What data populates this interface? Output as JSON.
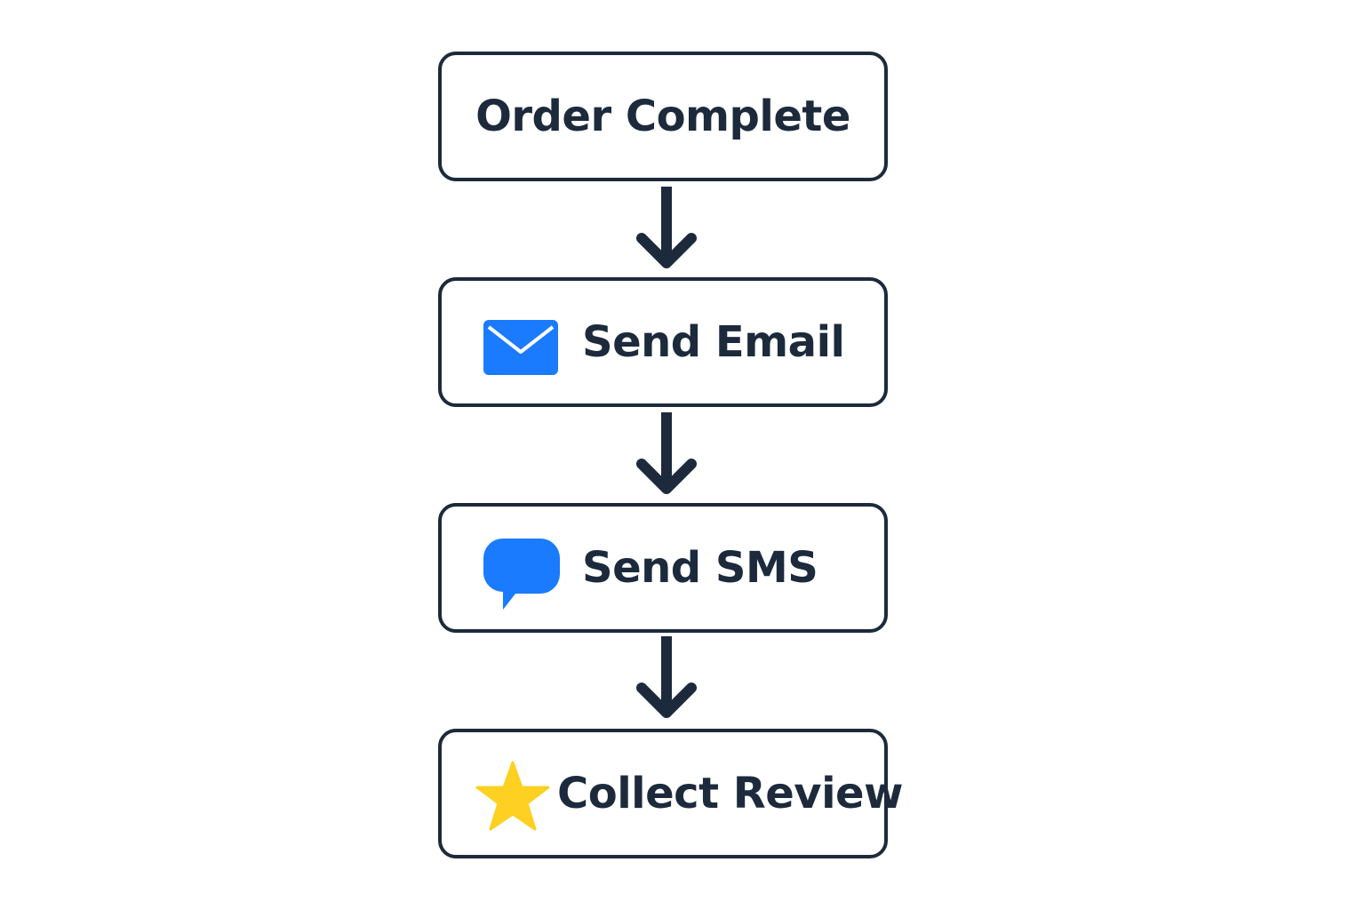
{
  "flow": {
    "steps": [
      {
        "label": "Order Complete",
        "icon": "none"
      },
      {
        "label": "Send Email",
        "icon": "email-icon"
      },
      {
        "label": "Send SMS",
        "icon": "chat-bubble-icon"
      },
      {
        "label": "Collect Review",
        "icon": "star-icon"
      }
    ]
  },
  "colors": {
    "outline": "#1c2a3c",
    "icon_blue": "#1a7bff",
    "star_yellow": "#fdd022"
  }
}
